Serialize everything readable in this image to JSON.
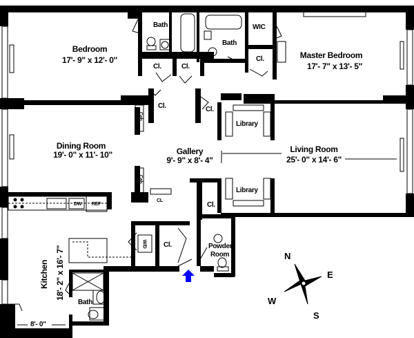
{
  "floor_plan": {
    "rooms": [
      {
        "id": "bedroom",
        "name": "Bedroom",
        "dimensions": "17'- 9\" x 12'- 0\""
      },
      {
        "id": "master_bedroom",
        "name": "Master Bedroom",
        "dimensions": "17'- 7\" x 13'- 5\""
      },
      {
        "id": "dining_room",
        "name": "Dining Room",
        "dimensions": "19'- 0\" x 11'- 10\""
      },
      {
        "id": "gallery",
        "name": "Gallery",
        "dimensions": "9'- 9\" x 8'- 4\""
      },
      {
        "id": "living_room",
        "name": "Living Room",
        "dimensions": "25'- 0\" x 14'- 6\""
      },
      {
        "id": "kitchen",
        "name": "Kitchen",
        "dimensions": "18'- 2\" x 16'- 7\""
      }
    ],
    "labels": {
      "bath_1": "Bath",
      "bath_2": "Bath",
      "bath_3": "Bath",
      "wic": "WIC",
      "closet": "Cl.",
      "closet_small": "CL",
      "library": "Library",
      "cab": "Cab.",
      "powder_room_line1": "Powder",
      "powder_room_line2": "Room",
      "dw": "DW",
      "ref": "REF",
      "wd": "W/D",
      "kitchen_width": "8'- 0\""
    },
    "entrance_arrow_color": "#0000ff",
    "compass": {
      "n": "N",
      "e": "E",
      "s": "S",
      "w": "W"
    }
  }
}
